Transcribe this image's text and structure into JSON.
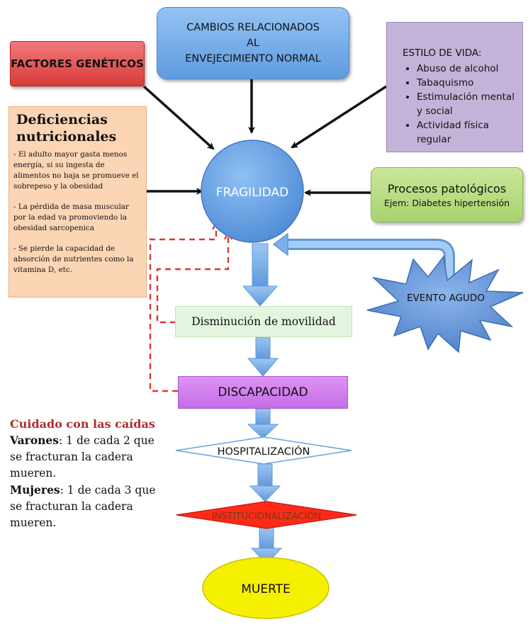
{
  "nodes": {
    "factores_geneticos": "FACTORES GENÉTICOS",
    "cambios": [
      "CAMBIOS RELACIONADOS",
      "AL",
      "ENVEJECIMIENTO NORMAL"
    ],
    "estilo_de_vida": {
      "title": "ESTILO DE VIDA:",
      "items": [
        "Abuso de alcohol",
        "Tabaquismo",
        "Estimulación mental y social",
        "Actividad física regular"
      ]
    },
    "deficiencias": {
      "title": "Deficiencias nutricionales",
      "paragraphs": [
        "- El adulto mayor gasta menos energía, si su ingesta de alimentos no baja se promueve el sobrepeso y la obesidad",
        "- La pérdida de masa muscular por la edad va promoviendo la obesidad sarcopenica",
        "- Se pierde la capacidad de absorción de nutrientes como la vitamina D, etc."
      ]
    },
    "fragilidad": "FRAGILIDAD",
    "procesos": {
      "title": "Procesos patológicos",
      "subtitle": "Ejem: Diabetes hipertensión"
    },
    "evento_agudo": "EVENTO AGUDO",
    "disminucion": "Disminución de movilidad",
    "discapacidad": "DISCAPACIDAD",
    "hospitalizacion": "HOSPITALIZACIÓN",
    "institucionalizacion": "INSTITUCIONALIZACIÓN",
    "muerte": "MUERTE"
  },
  "note": {
    "title": "Cuidado con las caídas",
    "varones_label": "Varones",
    "varones_text": ": 1 de cada 2 que se fracturan la cadera mueren.",
    "mujeres_label": "Mujeres",
    "mujeres_text": ": 1 de cada 3 que se fracturan la cadera mueren."
  },
  "colors": {
    "factores": "#e04848",
    "cambios": "#6fa8e8",
    "estilo": "#c4b3d8",
    "deficiencias": "#fcd5b5",
    "fragilidad": "#5f9be0",
    "procesos": "#b5dc7e",
    "evento_agudo": "#5f8fd0",
    "disminucion": "#e4f5df",
    "discapacidad": "#cf7fee",
    "institucionalizacion": "#ff2a1a",
    "muerte": "#f5f000",
    "feedback_dashed": "#e0352a",
    "flow_arrow": "#6aa2e0"
  }
}
